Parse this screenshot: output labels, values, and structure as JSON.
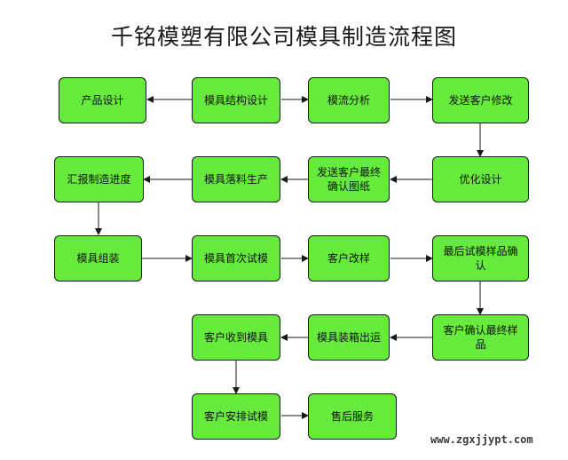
{
  "title": "千铭模塑有限公司模具制造流程图",
  "steps": {
    "product_design": "产品设计",
    "mold_structure_design": "模具结构设计",
    "mold_flow_analysis": "模流分析",
    "send_client_revision": "发送客户修改",
    "optimize_design": "优化设计",
    "send_client_final_drawing": "发送客户最终确认图纸",
    "mold_material_production": "模具落料生产",
    "report_progress": "汇报制造进度",
    "mold_assembly": "模具组装",
    "first_mold_trial": "模具首次试模",
    "client_sample_revision": "客户改样",
    "final_trial_sample_confirm": "最后试模样品确认",
    "client_confirm_final_sample": "客户确认最终样品",
    "mold_packing_shipping": "模具装箱出运",
    "client_receive_mold": "客户收到模具",
    "client_arrange_trial": "客户安排试模",
    "after_sales_service": "售后服务"
  },
  "watermark": "www.zgxjjypt.com",
  "colors": {
    "box_fill": "#66ea3b",
    "box_border": "#1a1a1a",
    "arrow": "#1a1a1a"
  }
}
